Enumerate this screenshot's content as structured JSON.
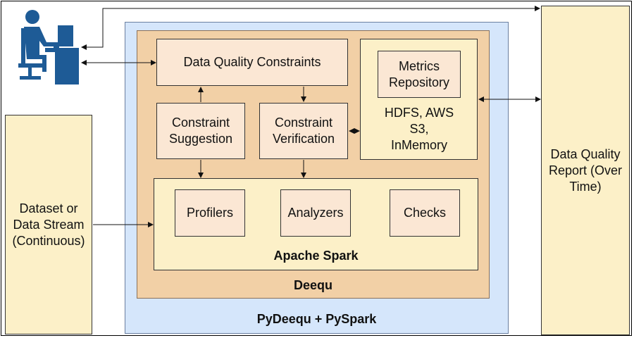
{
  "nodes": {
    "dataset": "Dataset or Data Stream (Continuous)",
    "report": "Data Quality Report (Over Time)",
    "pydeequ_label": "PyDeequ + PySpark",
    "deequ_label": "Deequ",
    "constraints": "Data Quality Constraints",
    "suggestion": "Constraint Suggestion",
    "verification": "Constraint Verification",
    "metrics": "Metrics Repository",
    "storage": "HDFS, AWS S3, InMemory",
    "spark_label": "Apache Spark",
    "profilers": "Profilers",
    "analyzers": "Analyzers",
    "checks": "Checks"
  },
  "icons": {
    "user": "user-at-computer-icon"
  },
  "colors": {
    "outer_blue": "#d5e6fb",
    "deequ_tan": "#f2d0a6",
    "cream": "#fcf0c8",
    "peach": "#fbe7d4",
    "icon_blue": "#1e5b96"
  }
}
